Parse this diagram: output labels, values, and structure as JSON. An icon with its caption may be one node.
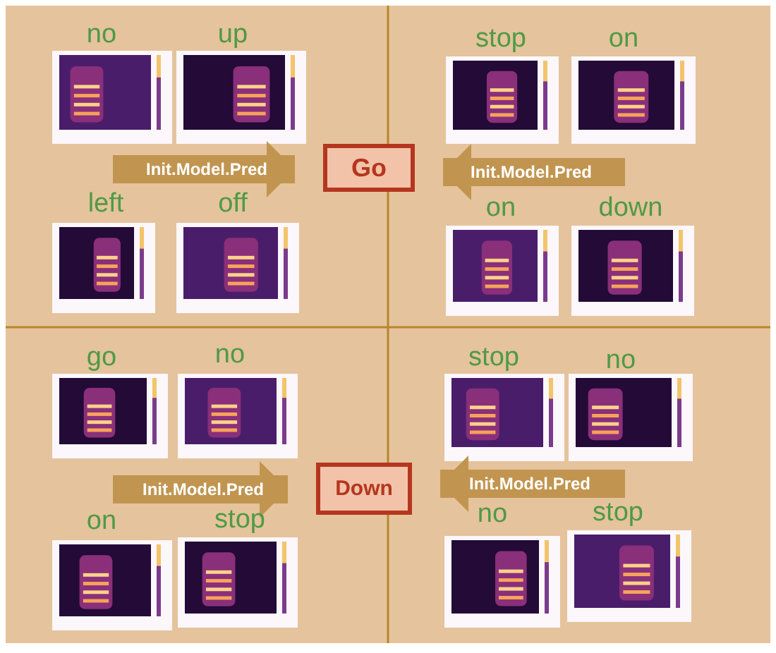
{
  "diagram": {
    "nodes": [
      {
        "text": [
          "Go"
        ]
      },
      {
        "text": [
          "Down"
        ]
      }
    ],
    "edges": [
      {
        "from": null,
        "to": 0,
        "arrow": "to",
        "label": "Init.Model.Pred"
      },
      {
        "from": null,
        "to": 0,
        "arrow": "to",
        "label": "Init.Model.Pred"
      },
      {
        "from": null,
        "to": 1,
        "arrow": "to",
        "label": "Init.Model.Pred"
      },
      {
        "from": null,
        "to": 1,
        "arrow": "to",
        "label": "Init.Model.Pred"
      }
    ],
    "labels": [
      "no",
      "up",
      "stop",
      "on",
      "left",
      "off",
      "on",
      "down",
      "go",
      "no",
      "stop",
      "no",
      "on",
      "stop",
      "no",
      "stop"
    ]
  }
}
